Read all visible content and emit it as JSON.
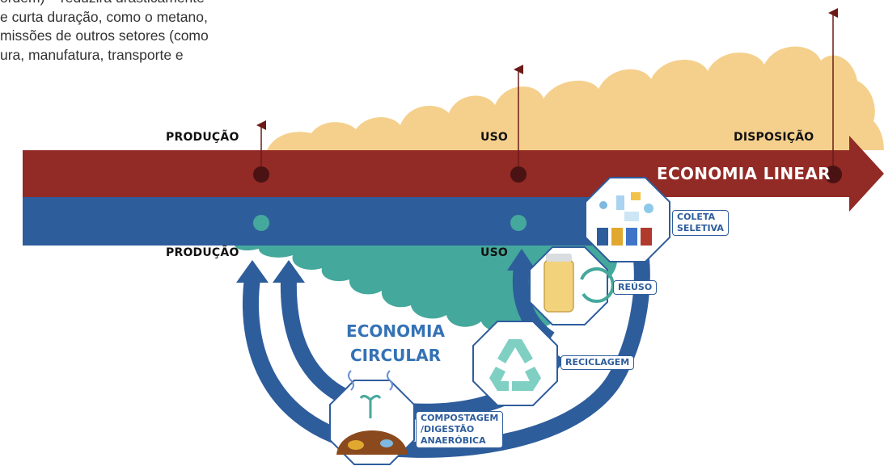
{
  "intro_lines": [
    "ordem) – reduzirá drasticamente",
    "e curta duração, como o metano,",
    "missões de outros setores (como",
    "ura, manufatura, transporte e"
  ],
  "linear": {
    "title": "ECONOMIA LINEAR",
    "stages": [
      "PRODUÇÃO",
      "USO",
      "DISPOSIÇÃO"
    ]
  },
  "circular": {
    "title_line1": "ECONOMIA",
    "title_line2": "CIRCULAR",
    "stages": [
      "PRODUÇÃO",
      "USO"
    ]
  },
  "steps": {
    "coleta": [
      "COLETA",
      "SELETIVA"
    ],
    "reuso": "REÚSO",
    "reciclagem": "RECICLAGEM",
    "compostagem": [
      "COMPOSTAGEM",
      "/DIGESTÃO",
      "ANAERÓBICA"
    ]
  },
  "colors": {
    "linear_band": "#922a26",
    "circular_band": "#2e5d9c",
    "emission_cloud": "#f5d08c",
    "circular_cloud": "#45a89c",
    "arrow_blue": "#2e5d9c",
    "recycle_teal": "#7fcfc3"
  },
  "icons": [
    "recycling-bins-icon",
    "reuse-jar-icon",
    "recycle-symbol-icon",
    "compost-icon"
  ]
}
